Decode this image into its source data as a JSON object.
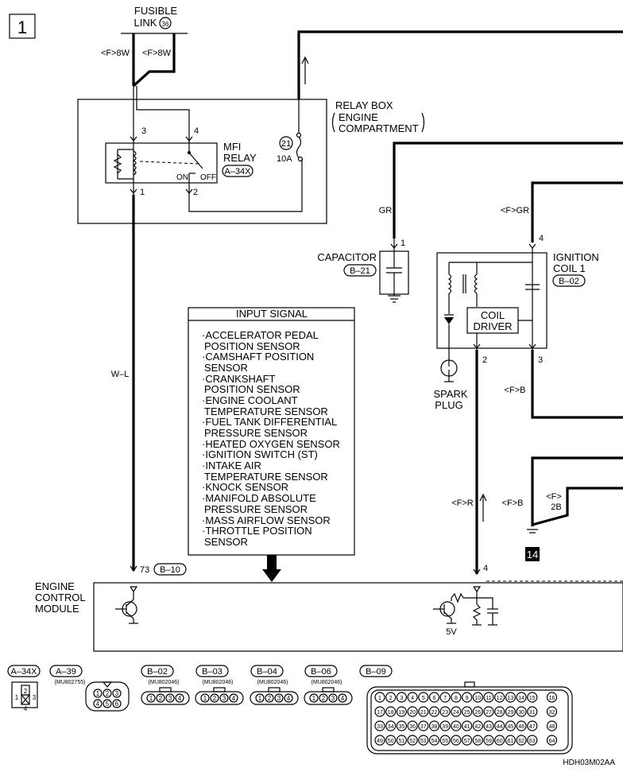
{
  "page_number": "1",
  "fusible_link": {
    "line1": "FUSIBLE",
    "line2": "LINK",
    "number": "36"
  },
  "wires": {
    "left_feed": "<F>8W",
    "right_feed": "<F>8W",
    "w_l": "W–L",
    "gr": "GR",
    "f_gr": "<F>GR",
    "f_b": "<F>B",
    "f_r": "<F>R",
    "f_b2": "<F>B",
    "f_2b_top": "<F>",
    "f_2b_bottom": "2B"
  },
  "relay_box": {
    "line1": "RELAY BOX",
    "line2": "ENGINE",
    "line3": "COMPARTMENT"
  },
  "mfi_relay": {
    "line1": "MFI",
    "line2": "RELAY",
    "connector": "A–34X",
    "pins": [
      "3",
      "4",
      "1",
      "2"
    ],
    "on_label": "ON",
    "off_label": "OFF"
  },
  "fuse": {
    "number": "21",
    "rating": "10A"
  },
  "capacitor": {
    "label": "CAPACITOR",
    "connector": "B–21",
    "pin": "1"
  },
  "ignition_coil": {
    "line1": "IGNITION",
    "line2": "COIL 1",
    "connector": "B–02",
    "pins": [
      "4",
      "2",
      "3"
    ],
    "driver_line1": "COIL",
    "driver_line2": "DRIVER"
  },
  "spark_plug": {
    "line1": "SPARK",
    "line2": "PLUG"
  },
  "ground_ref": "14",
  "input_signal": {
    "title": "INPUT SIGNAL",
    "items": [
      "·ACCELERATOR PEDAL",
      "POSITION SENSOR",
      "·CAMSHAFT POSITION",
      "SENSOR",
      "·CRANKSHAFT",
      "POSITION SENSOR",
      "·ENGINE COOLANT",
      "TEMPERATURE SENSOR",
      "·FUEL TANK DIFFERENTIAL",
      "PRESSURE SENSOR",
      "·HEATED OXYGEN SENSOR",
      "·IGNITION SWITCH (ST)",
      "·INTAKE AIR",
      "TEMPERATURE SENSOR",
      "·KNOCK SENSOR",
      "·MANIFOLD ABSOLUTE",
      "PRESSURE SENSOR",
      "·MASS AIRFLOW SENSOR",
      "·THROTTLE POSITION",
      "SENSOR"
    ]
  },
  "ecm": {
    "line1": "ENGINE",
    "line2": "CONTROL",
    "line3": "MODULE",
    "pin_left": "73",
    "connector_left": "B–10",
    "pin_right": "4",
    "voltage": "5V"
  },
  "connectors": [
    {
      "code": "A–34X",
      "part": ""
    },
    {
      "code": "A–39",
      "part": "(MU802755)"
    },
    {
      "code": "B–02",
      "part": "(MU802046)"
    },
    {
      "code": "B–03",
      "part": "(MU802046)"
    },
    {
      "code": "B–04",
      "part": "(MU802046)"
    },
    {
      "code": "B–06",
      "part": "(MU802046)"
    },
    {
      "code": "B–09",
      "part": ""
    }
  ],
  "a34x_pins": [
    "1",
    "2",
    "3",
    "4"
  ],
  "a39_pins": [
    "1",
    "2",
    "3",
    "4",
    "5",
    "6"
  ],
  "small_conn_pins": [
    "1",
    "2",
    "3",
    "4"
  ],
  "b09_rows": [
    [
      "1",
      "2",
      "3",
      "4",
      "5",
      "6",
      "7",
      "8",
      "9",
      "10",
      "11",
      "12",
      "13",
      "14",
      "15",
      "16"
    ],
    [
      "17",
      "18",
      "19",
      "20",
      "21",
      "22",
      "23",
      "24",
      "25",
      "26",
      "27",
      "28",
      "29",
      "30",
      "31",
      "32"
    ],
    [
      "33",
      "34",
      "35",
      "36",
      "37",
      "38",
      "39",
      "40",
      "41",
      "42",
      "43",
      "44",
      "45",
      "46",
      "47",
      "48"
    ],
    [
      "49",
      "50",
      "51",
      "52",
      "53",
      "54",
      "55",
      "56",
      "57",
      "58",
      "59",
      "60",
      "61",
      "62",
      "63",
      "64"
    ]
  ],
  "figure_code": "HDH03M02AA"
}
